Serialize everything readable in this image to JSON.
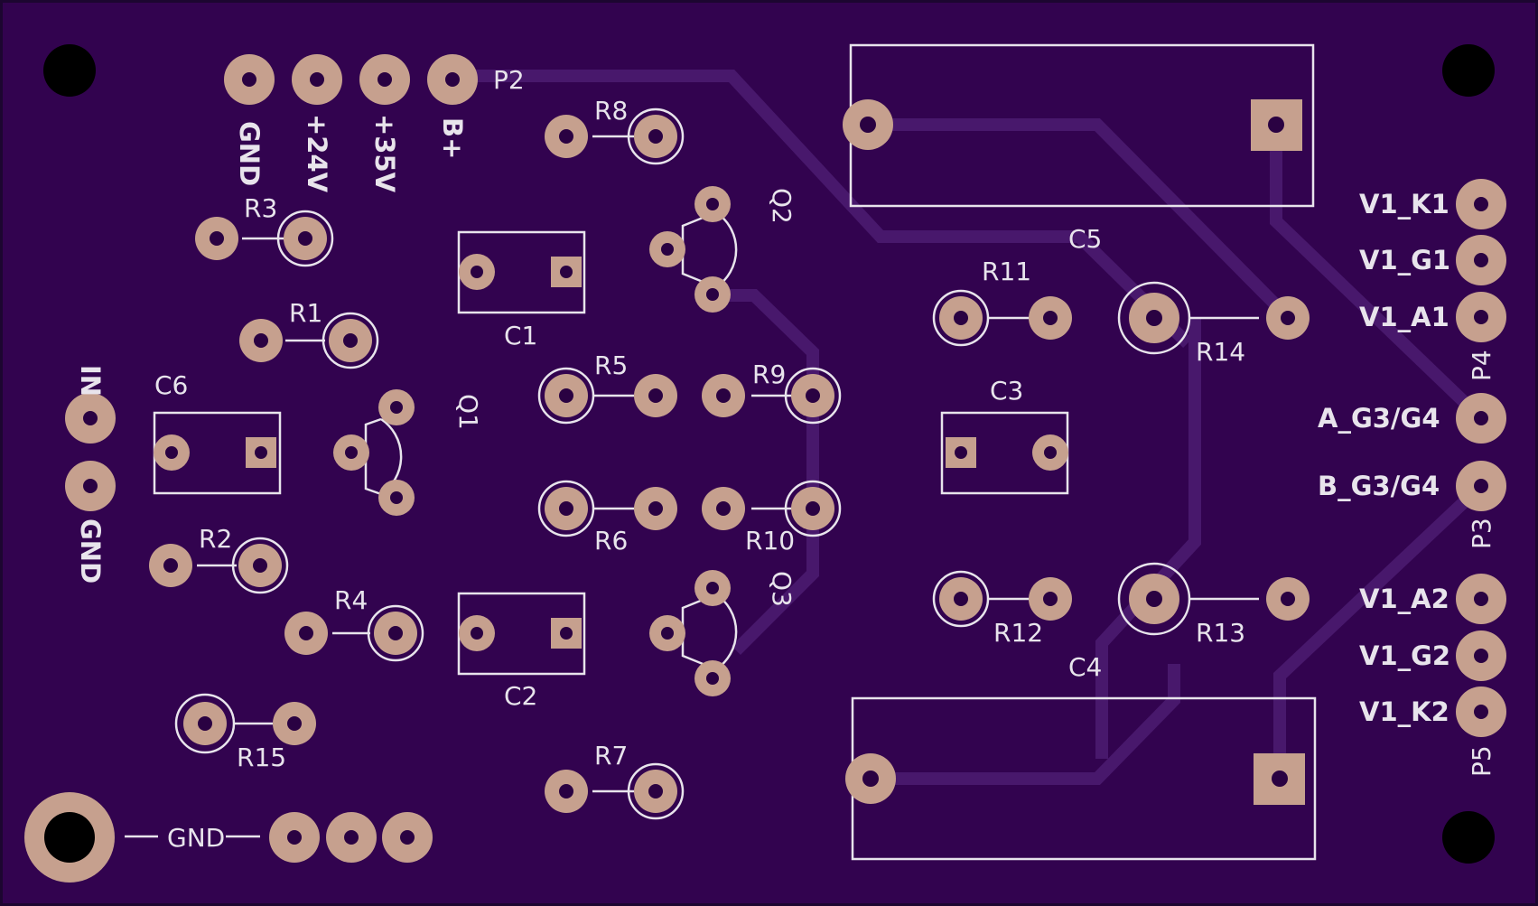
{
  "colors": {
    "board": "#32034f",
    "edge": "#1c0630",
    "trace": "#48186c",
    "pad": "#c6a08e",
    "drill": "#2a0242",
    "silkscreen": "#e8e4ec",
    "mount_hole": "#000000"
  },
  "labels": {
    "P2": "P2",
    "GND_top": "GND",
    "V24": "+24V",
    "V35": "+35V",
    "Bplus": "B+",
    "R1": "R1",
    "R2": "R2",
    "R3": "R3",
    "R4": "R4",
    "R5": "R5",
    "R6": "R6",
    "R7": "R7",
    "R8": "R8",
    "R9": "R9",
    "R10": "R10",
    "R11": "R11",
    "R12": "R12",
    "R13": "R13",
    "R14": "R14",
    "R15": "R15",
    "Q1": "Q1",
    "Q2": "Q2",
    "Q3": "Q3",
    "C1": "C1",
    "C2": "C2",
    "C3": "C3",
    "C4": "C4",
    "C5": "C5",
    "C6": "C6",
    "IN": "IN",
    "GND_left": "GND",
    "GND_bottom": "GND",
    "P3": "P3",
    "P4": "P4",
    "P5": "P5",
    "V1_K1": "V1_K1",
    "V1_G1": "V1_G1",
    "V1_A1": "V1_A1",
    "A_G3G4": "A_G3/G4",
    "B_G3G4": "B_G3/G4",
    "V1_A2": "V1_A2",
    "V1_G2": "V1_G2",
    "V1_K2": "V1_K2"
  }
}
